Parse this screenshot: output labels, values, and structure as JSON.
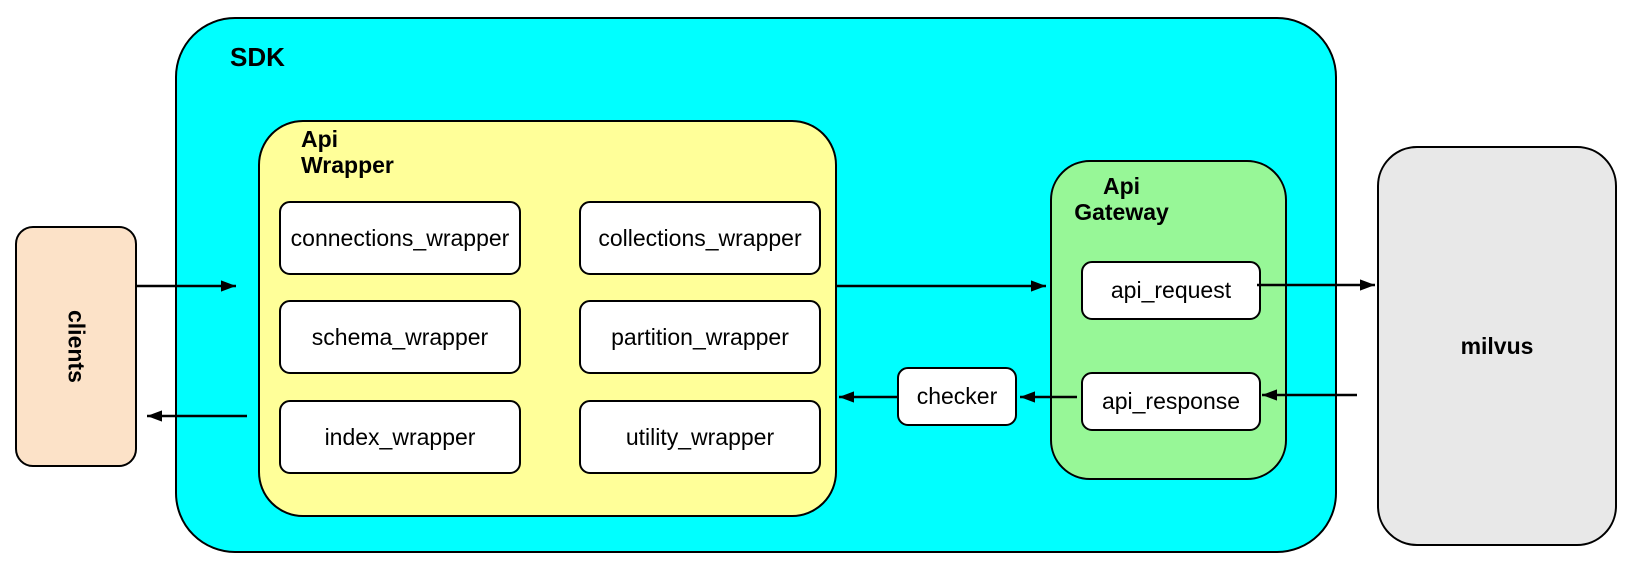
{
  "diagram": {
    "clients": {
      "label": "clients"
    },
    "sdk": {
      "label": "SDK",
      "api_wrapper": {
        "label": "Api\nWrapper",
        "modules": [
          "connections_wrapper",
          "collections_wrapper",
          "schema_wrapper",
          "partition_wrapper",
          "index_wrapper",
          "utility_wrapper"
        ]
      },
      "checker": {
        "label": "checker"
      },
      "api_gateway": {
        "label": "Api\nGateway",
        "request_label": "api_request",
        "response_label": "api_response"
      }
    },
    "milvus": {
      "label": "milvus"
    },
    "connections": [
      "clients -> sdk",
      "sdk -> clients",
      "api-wrapper -> api-gateway",
      "api_request -> milvus",
      "milvus -> api_response",
      "api_response -> checker",
      "checker -> api-wrapper"
    ],
    "colors": {
      "sdk_fill": "#00ffff",
      "api_wrapper_fill": "#ffff99",
      "api_gateway_fill": "#97f797",
      "clients_fill": "#fce2c8",
      "milvus_fill": "#e8e8e8",
      "node_fill": "#ffffff",
      "border": "#000000"
    }
  }
}
